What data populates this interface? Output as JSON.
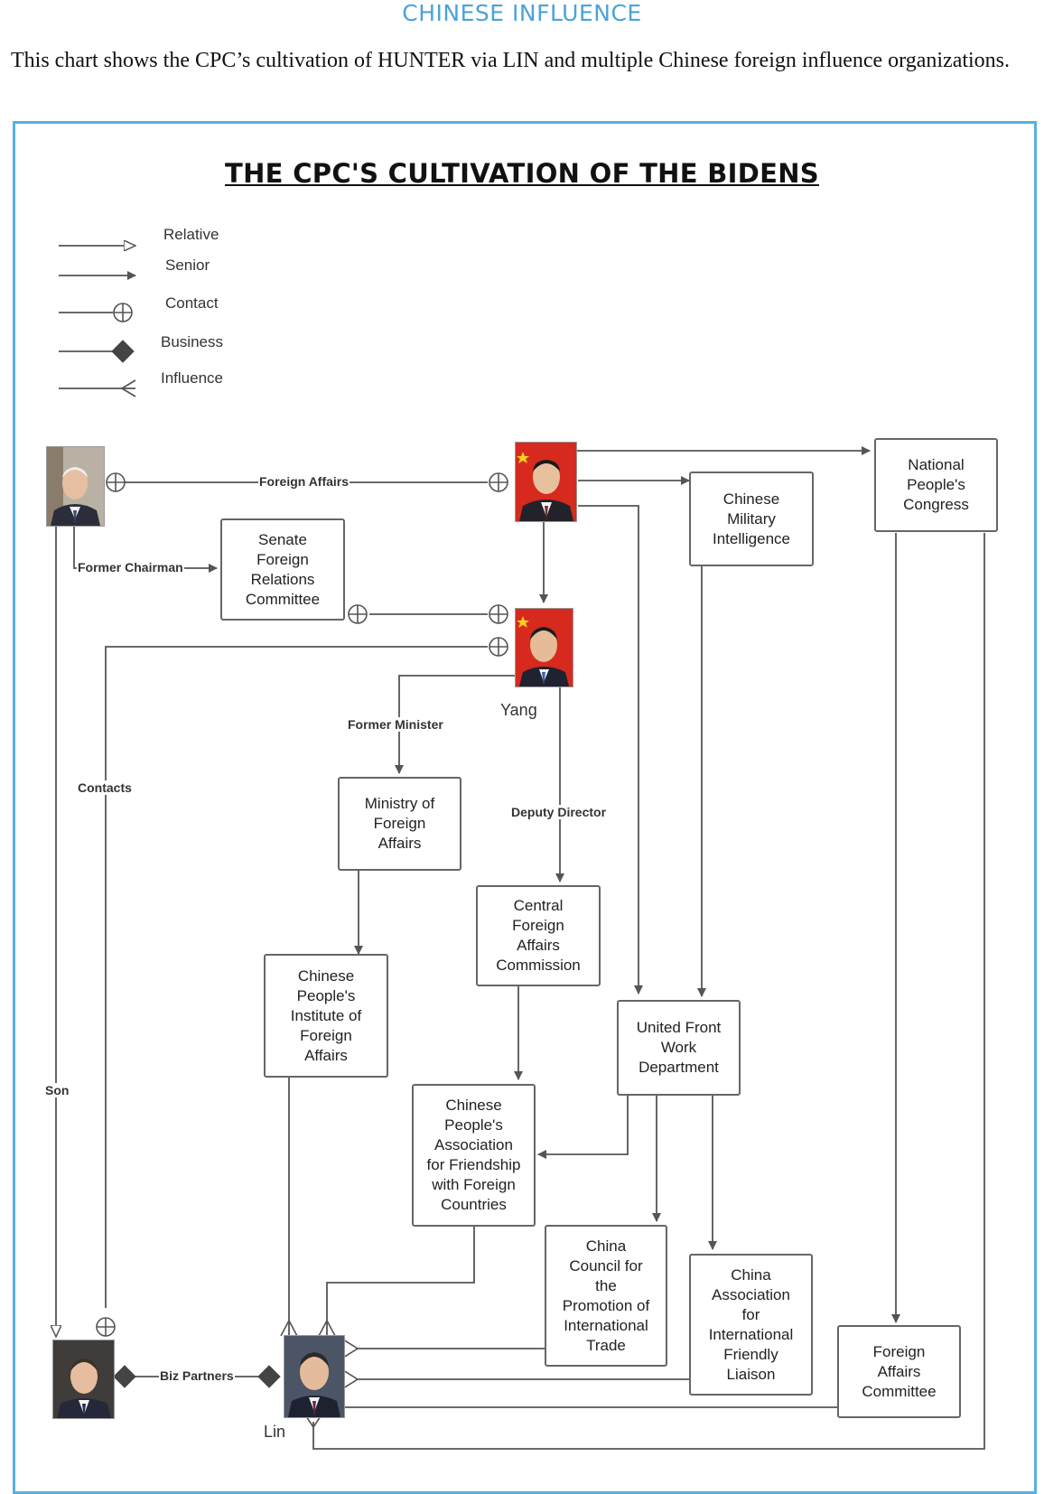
{
  "header": {
    "title": "CHINESE INFLUENCE"
  },
  "intro": "This chart shows the CPC’s cultivation of HUNTER via LIN and multiple Chinese foreign influence organizations.",
  "diagram": {
    "title": "THE CPC'S CULTIVATION OF THE BIDENS",
    "legend": [
      {
        "label": "Relative",
        "marker": "open-arrow"
      },
      {
        "label": "Senior",
        "marker": "filled-arrow"
      },
      {
        "label": "Contact",
        "marker": "circle-plus"
      },
      {
        "label": "Business",
        "marker": "diamond"
      },
      {
        "label": "Influence",
        "marker": "crow-foot"
      }
    ],
    "nodes": {
      "senate": "Senate\nForeign\nRelations\nCommittee",
      "cmi": "Chinese\nMilitary\nIntelligence",
      "npc": "National\nPeople's\nCongress",
      "mofa": "Ministry of\nForeign\nAffairs",
      "cfac": "Central\nForeign\nAffairs\nCommission",
      "cpifa": "Chinese\nPeople's\nInstitute of\nForeign\nAffairs",
      "ufwd": "United Front\nWork\nDepartment",
      "cpaffc": "Chinese\nPeople's\nAssociation\nfor Friendship\nwith Foreign\nCountries",
      "ccpit": "China\nCouncil for\nthe\nPromotion of\nInternational\nTrade",
      "caifc": "China\nAssociation\nfor\nInternational\nFriendly\nLiaison",
      "fac": "Foreign\nAffairs\nCommittee"
    },
    "people": {
      "yang": "Yang",
      "lin": "Lin"
    },
    "edge_labels": {
      "foreign_affairs": "Foreign Affairs",
      "former_chairman": "Former Chairman",
      "former_minister": "Former Minister",
      "contacts": "Contacts",
      "deputy_director": "Deputy Director",
      "son": "Son",
      "biz_partners": "Biz Partners"
    },
    "colors": {
      "line": "#555555",
      "frame": "#5ab0e0",
      "header": "#4aa3d8"
    }
  }
}
